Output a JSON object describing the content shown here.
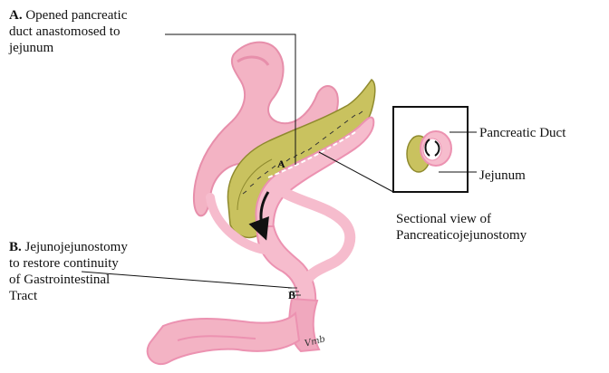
{
  "labels": {
    "a": {
      "letter": "A.",
      "lines": [
        "Opened pancreatic",
        "duct anastomosed to",
        "jejunum"
      ]
    },
    "b": {
      "letter": "B.",
      "lines": [
        "Jejunojejunostomy",
        "to restore continuity",
        "of Gastrointestinal",
        "Tract"
      ]
    },
    "pancreatic_duct": "Pancreatic Duct",
    "jejunum": "Jejunum",
    "sectional_view": [
      "Sectional view of",
      "Pancreaticojejunostomy"
    ]
  },
  "markers": {
    "a": "A",
    "b": "B"
  },
  "signature": "Vmb",
  "colors": {
    "stomach": "#f3b3c4",
    "stomach_dark": "#e78fab",
    "jejunum": "#f6bccd",
    "jejunum_dark": "#ec92b1",
    "pancreas": "#c9c25f",
    "pancreas_dark": "#8f8a2e",
    "outline": "#1a1a1a"
  },
  "icons": [
    "arrow-curved-icon",
    "suture-marks-icon"
  ]
}
